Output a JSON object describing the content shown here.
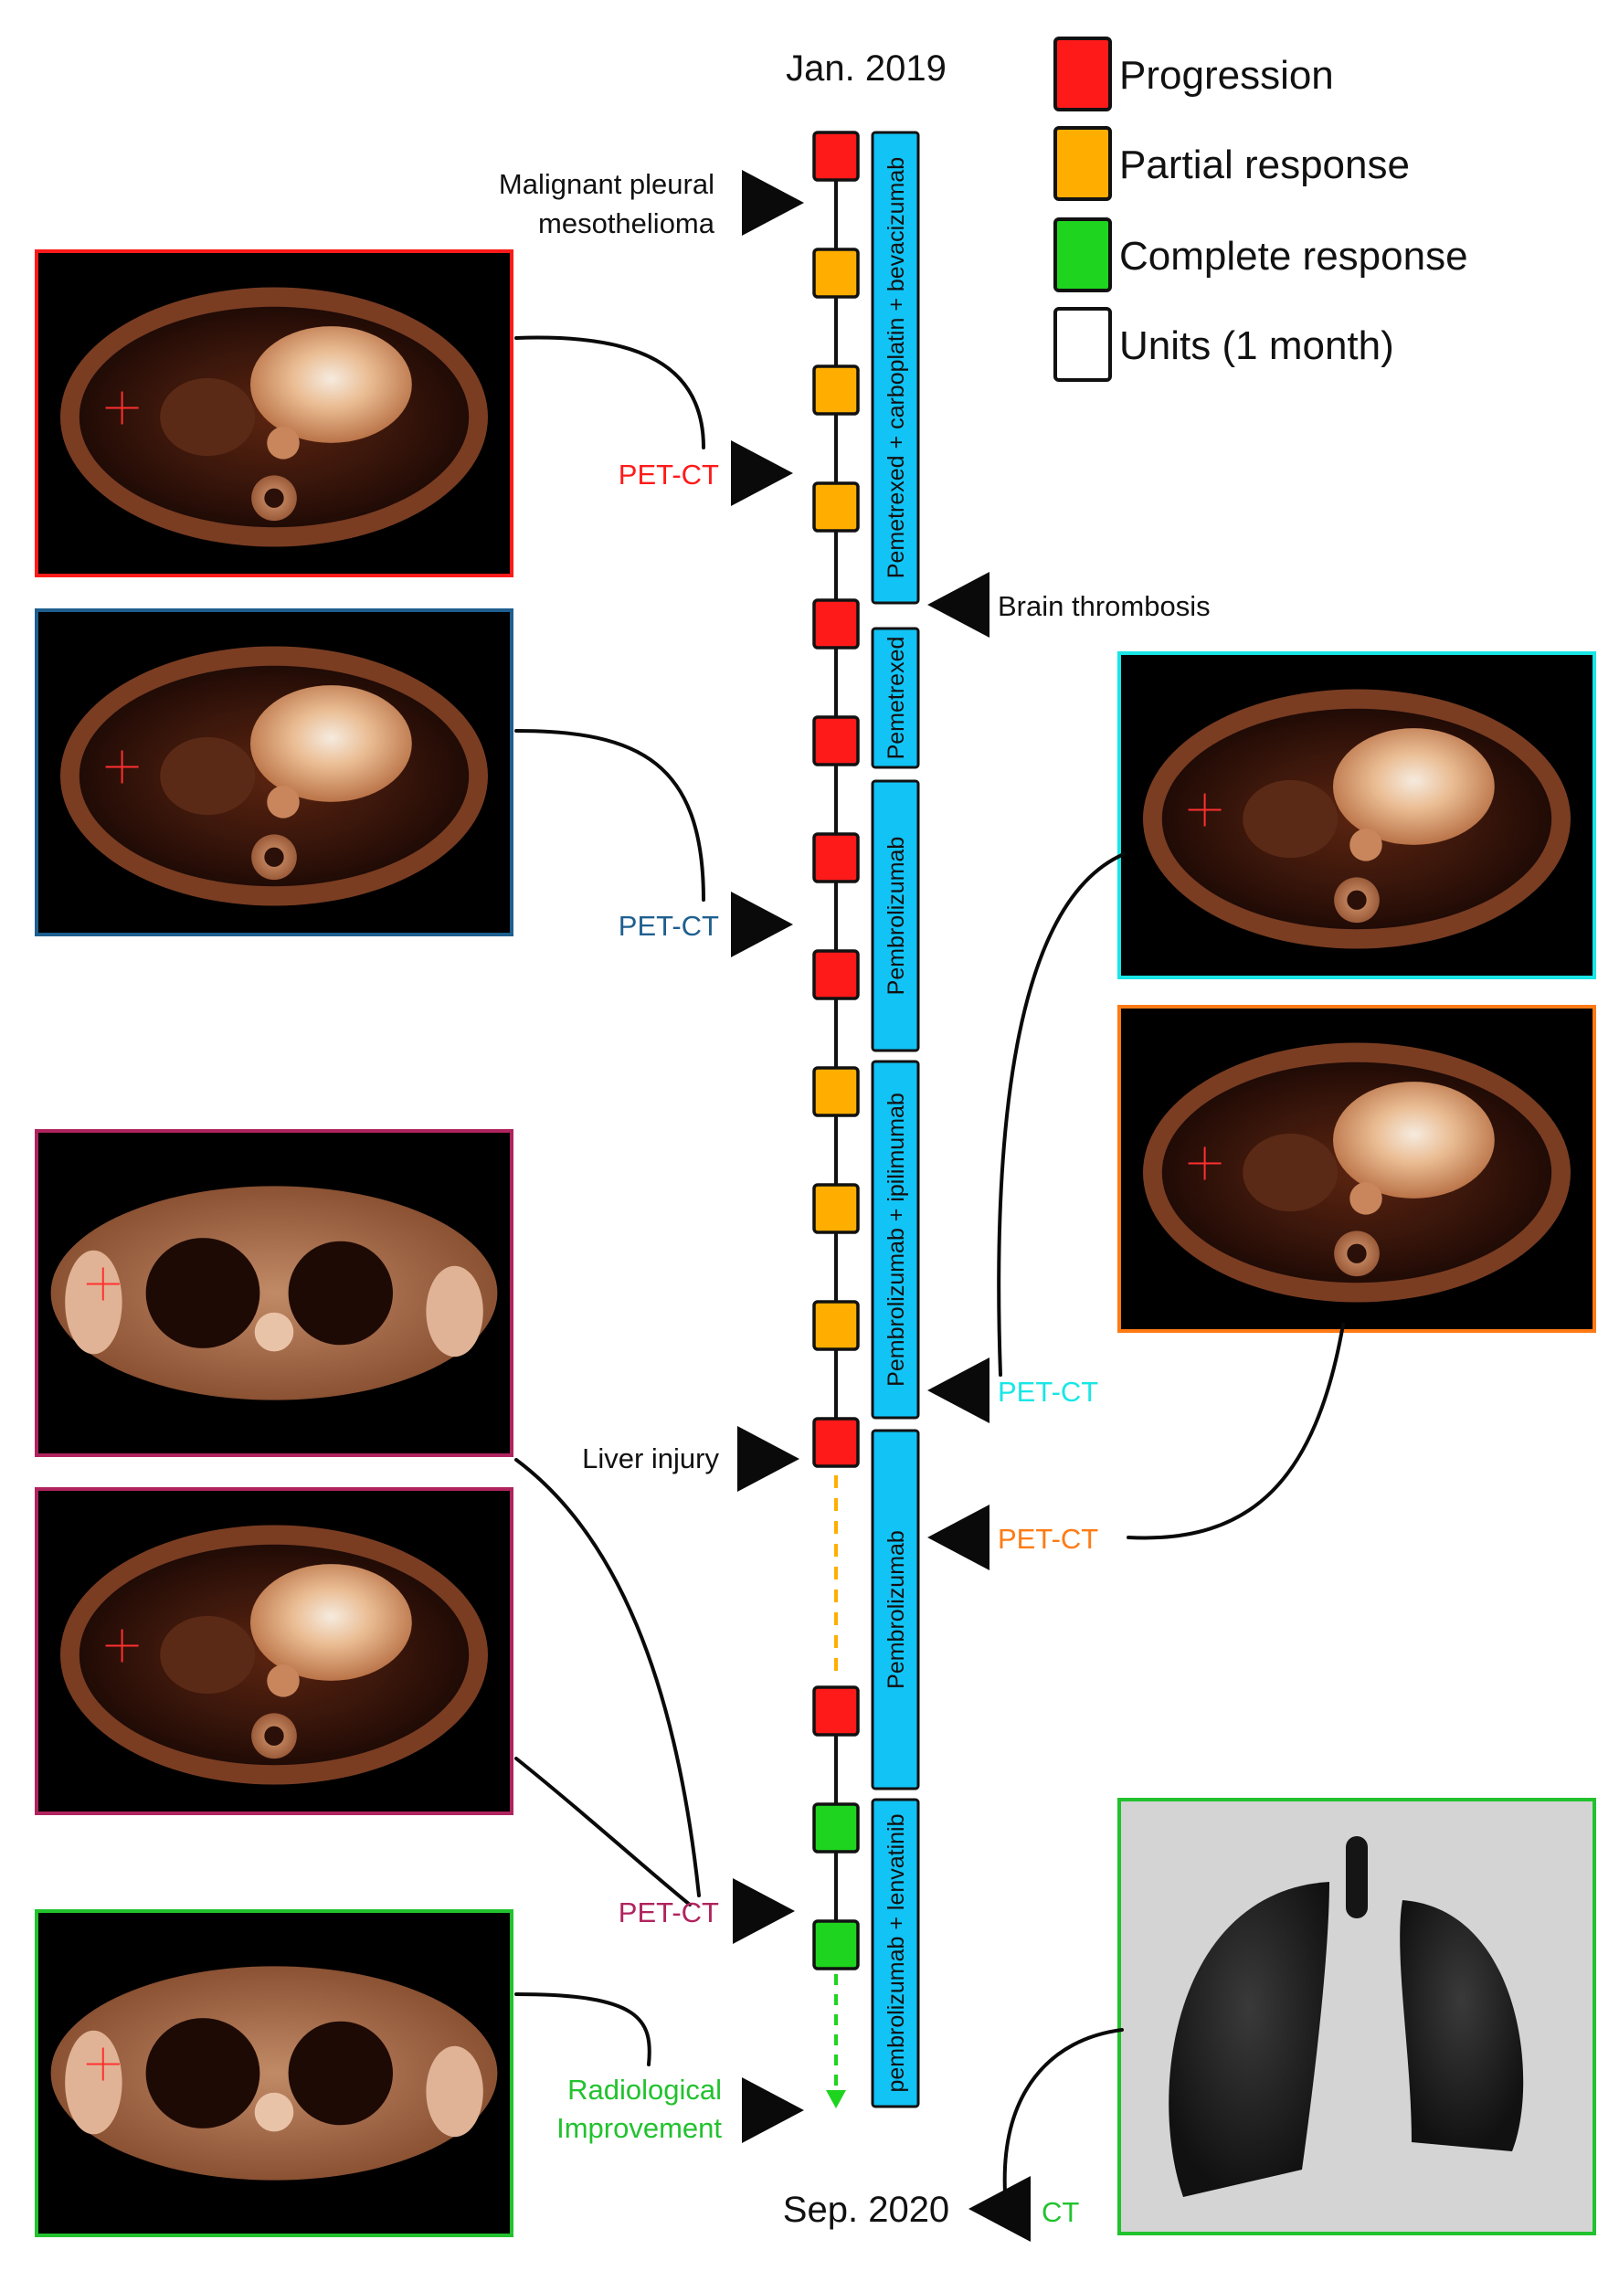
{
  "timeline": {
    "start_label": "Jan. 2019",
    "end_label": "Sep. 2020",
    "months": [
      "progression",
      "partial",
      "partial",
      "partial",
      "progression",
      "progression",
      "progression",
      "progression",
      "partial",
      "partial",
      "partial",
      "progression",
      "progression",
      "complete",
      "complete"
    ]
  },
  "legend": {
    "items": [
      {
        "label": "Progression",
        "status": "progression"
      },
      {
        "label": "Partial response",
        "status": "partial"
      },
      {
        "label": "Complete response",
        "status": "complete"
      },
      {
        "label": "Units (1 month)",
        "status": "unit"
      }
    ]
  },
  "colors": {
    "progression": "#ff1a1a",
    "partial": "#ffae00",
    "complete": "#1ed41e",
    "therapy": "#12c3f5",
    "red": "#ff1a1a",
    "blue": "#1f5f8f",
    "magenta": "#b0245e",
    "cyan": "#19e6e6",
    "orange": "#ff7a14",
    "green": "#22c22e",
    "text": "#111111"
  },
  "therapies": [
    {
      "label": "Pemetrexed + carboplatin + bevacizumab"
    },
    {
      "label": "Pemetrexed"
    },
    {
      "label": "Pembrolizumab"
    },
    {
      "label": "Pembrolizumab + ipilimumab"
    },
    {
      "label": "Pembrolizumab"
    },
    {
      "label": "pembrolizumab + lenvatinib"
    }
  ],
  "events_left": [
    {
      "label": "Malignant pleural mesothelioma",
      "lines": [
        "Malignant pleural",
        "mesothelioma"
      ],
      "color": "text"
    },
    {
      "label": "PET-CT",
      "lines": [
        "PET-CT"
      ],
      "color": "red"
    },
    {
      "label": "PET-CT",
      "lines": [
        "PET-CT"
      ],
      "color": "blue"
    },
    {
      "label": "Liver injury",
      "lines": [
        "Liver injury"
      ],
      "color": "text"
    },
    {
      "label": "PET-CT",
      "lines": [
        "PET-CT"
      ],
      "color": "magenta"
    },
    {
      "label": "Radiological Improvement",
      "lines": [
        "Radiological",
        "Improvement"
      ],
      "color": "green"
    }
  ],
  "events_right": [
    {
      "label": "Brain thrombosis",
      "color": "text"
    },
    {
      "label": "PET-CT",
      "color": "cyan"
    },
    {
      "label": "PET-CT",
      "color": "orange"
    },
    {
      "label": "CT",
      "color": "green"
    }
  ],
  "scans": [
    {
      "name": "scan-pet-ct-red",
      "border": "red",
      "type": "pet"
    },
    {
      "name": "scan-pet-ct-blue",
      "border": "blue",
      "type": "pet"
    },
    {
      "name": "scan-pet-ct-magenta-upper",
      "border": "magenta",
      "type": "pet-shoulder"
    },
    {
      "name": "scan-pet-ct-magenta-lower",
      "border": "magenta",
      "type": "pet"
    },
    {
      "name": "scan-pet-ct-green",
      "border": "green",
      "type": "pet-shoulder"
    },
    {
      "name": "scan-pet-ct-cyan",
      "border": "cyan",
      "type": "pet"
    },
    {
      "name": "scan-pet-ct-orange",
      "border": "orange",
      "type": "pet"
    },
    {
      "name": "scan-ct-coronal",
      "border": "green",
      "type": "ct"
    }
  ]
}
